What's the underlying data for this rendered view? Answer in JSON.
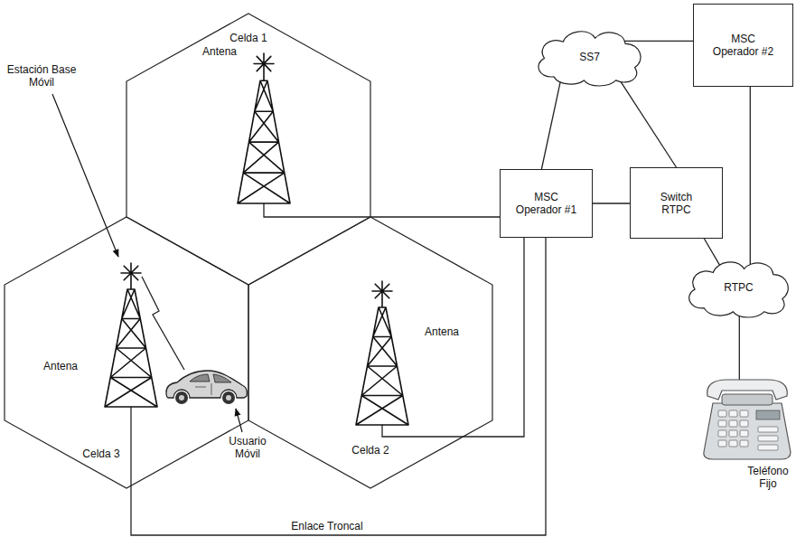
{
  "diagram": {
    "nodes": [
      {
        "text": [
          "Celda 1"
        ]
      },
      {
        "text": [
          "Antena"
        ],
        "in": 0
      },
      {
        "text": [
          "SS7"
        ]
      },
      {
        "text": [
          "MSC Operador #2"
        ]
      },
      {
        "text": [
          "MSC Operador #1"
        ]
      },
      {
        "text": [
          "Switch RTPC"
        ]
      },
      {
        "text": [
          "Celda 3"
        ]
      },
      {
        "text": [
          "Antena"
        ],
        "in": 6
      },
      {
        "text": [
          "Celda 2"
        ]
      },
      {
        "text": [
          "Antena"
        ],
        "in": 8
      },
      {
        "text": [
          "RTPC"
        ]
      },
      {
        "text": [
          "Teléfono Fijo"
        ]
      }
    ],
    "edges": [
      {
        "from": 1,
        "to": 4,
        "arrow": "none"
      },
      {
        "from": 9,
        "to": 4,
        "arrow": "none"
      },
      {
        "from": 7,
        "to": 4,
        "label": "Enlace Troncal",
        "arrow": "none"
      },
      {
        "from": 2,
        "to": 4,
        "arrow": "none"
      },
      {
        "from": 2,
        "to": 5,
        "arrow": "none"
      },
      {
        "from": 2,
        "to": 3,
        "arrow": "none"
      },
      {
        "from": 4,
        "to": 5,
        "arrow": "none"
      },
      {
        "from": 5,
        "to": 10,
        "arrow": "none"
      },
      {
        "from": 3,
        "to": 10,
        "arrow": "none"
      },
      {
        "from": 10,
        "to": 11,
        "arrow": "none"
      }
    ],
    "labels": [
      "Estación Base Móvil",
      "Usuario Móvil"
    ]
  }
}
